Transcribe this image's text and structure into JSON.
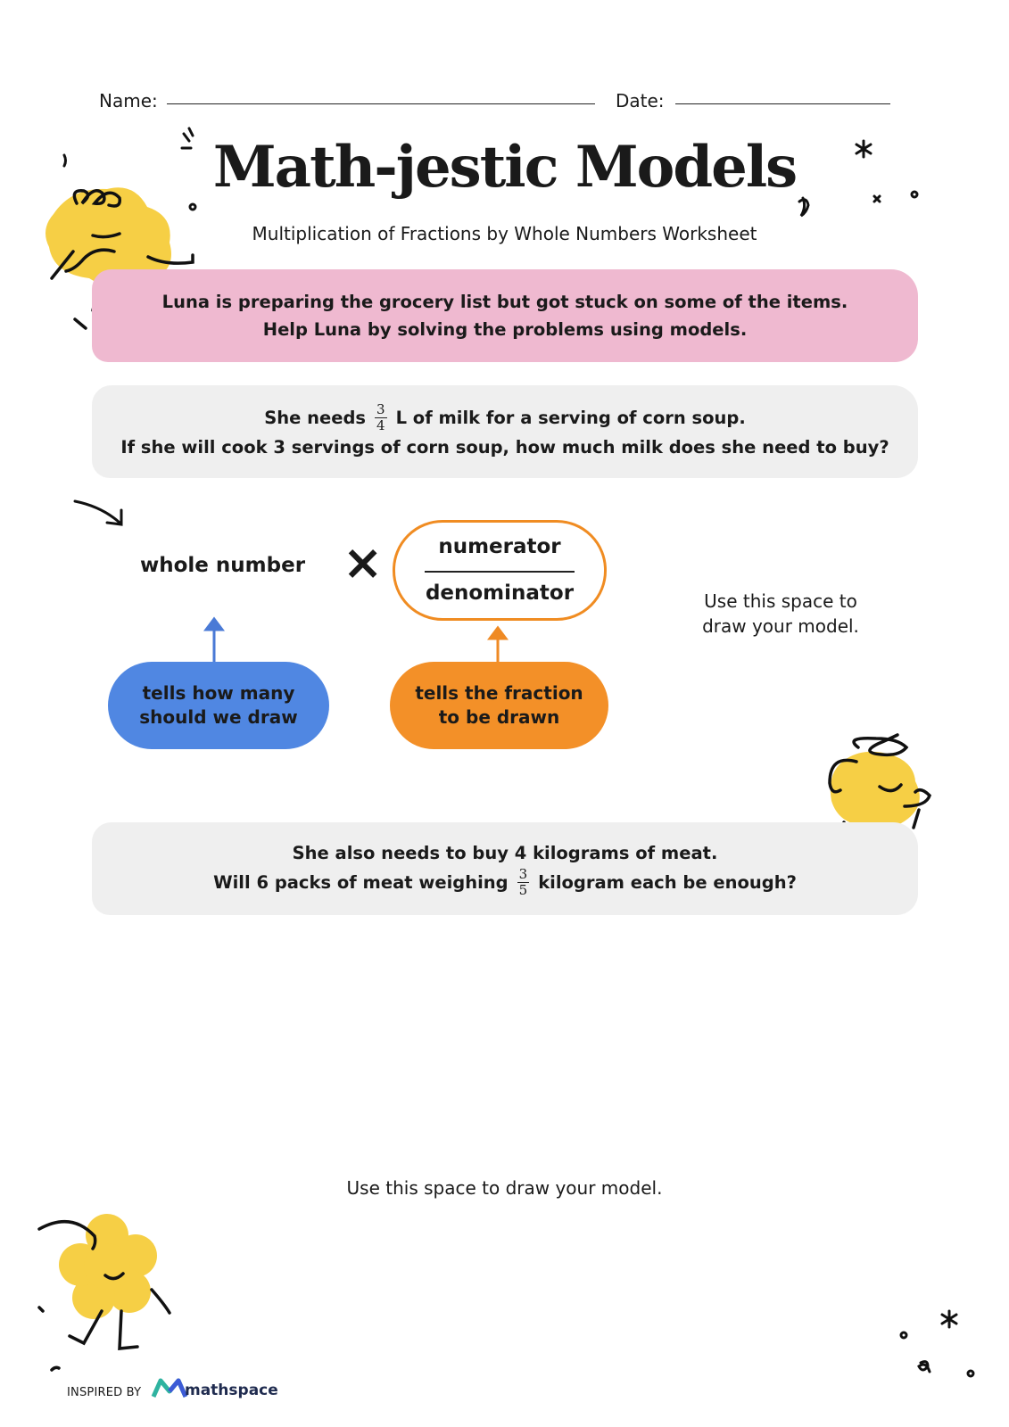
{
  "header": {
    "name_label": "Name:",
    "date_label": "Date:"
  },
  "title": "Math-jestic Models",
  "subtitle": "Multiplication of Fractions by Whole Numbers Worksheet",
  "intro": {
    "line1": "Luna is preparing the grocery list but got stuck on some of the items.",
    "line2": "Help Luna by solving the problems using models."
  },
  "problem1": {
    "line1_before": "She needs",
    "fraction_numerator": "3",
    "fraction_denominator": "4",
    "line1_after": "L of milk for a serving of corn soup.",
    "line2": "If she will cook 3 servings of corn soup, how much milk does she need to buy?"
  },
  "model_diagram": {
    "whole_number_label": "whole number",
    "times_symbol": "×",
    "numerator_label": "numerator",
    "denominator_label": "denominator",
    "whole_number_hint_line1": "tells how many",
    "whole_number_hint_line2": "should we draw",
    "fraction_hint_line1": "tells the fraction",
    "fraction_hint_line2": "to be drawn"
  },
  "draw_space_1": {
    "line1": "Use this space to",
    "line2": "draw your model."
  },
  "problem2": {
    "line1": "She also needs to buy 4 kilograms of meat.",
    "line2_before": "Will 6 packs of meat weighing",
    "fraction_numerator": "3",
    "fraction_denominator": "5",
    "line2_after": "kilogram each be enough?"
  },
  "draw_space_2": "Use this space to draw your model.",
  "footer": {
    "inspired_by": "INSPIRED BY",
    "brand": "mathspace"
  },
  "colors": {
    "pink_banner": "#efb9d0",
    "grey_box": "#efefef",
    "blue_pill": "#5087e2",
    "orange_pill": "#f39028",
    "orange_outline": "#f08c22",
    "mascot_yellow": "#f6cf45"
  }
}
